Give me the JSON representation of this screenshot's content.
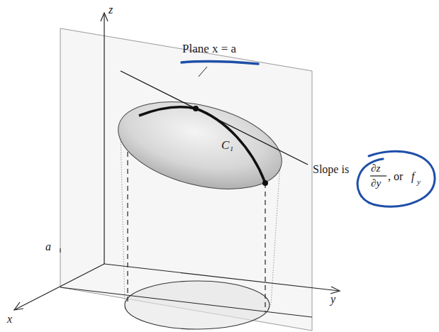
{
  "diagram": {
    "labels": [
      "z",
      "Plane x = a",
      "C₁",
      "Slope is",
      "∂z",
      "∂y",
      ", or",
      "f",
      "y",
      "a",
      "x",
      "y"
    ]
  }
}
